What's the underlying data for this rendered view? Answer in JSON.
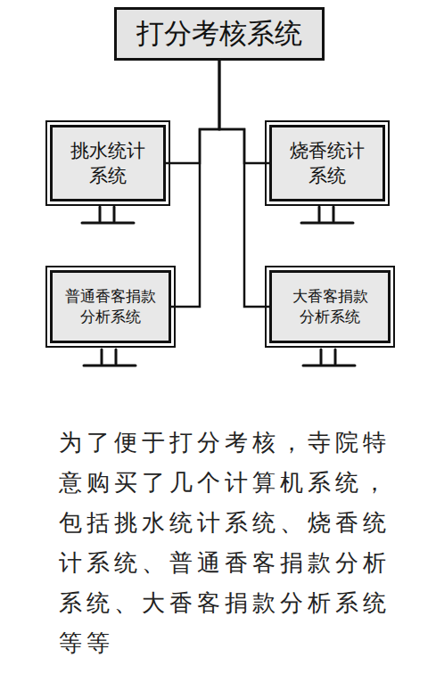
{
  "diagram": {
    "caption": "为了便于打分考核，寺院特意购买了几个计算机系统，包括挑水统计系统、烧香统计系统、普通香客捐款分析系统、大香客捐款分析系统等等",
    "nodes": [
      {
        "text": [
          "打分考核系统"
        ]
      },
      {
        "text": [
          "挑水统计系统"
        ]
      },
      {
        "text": [
          "烧香统计系统"
        ]
      },
      {
        "text": [
          "普通香客捐款分析系统"
        ]
      },
      {
        "text": [
          "大香客捐款分析系统"
        ]
      }
    ],
    "edges": [
      {
        "from": 0,
        "to": 1,
        "arrow": "none"
      },
      {
        "from": 0,
        "to": 2,
        "arrow": "none"
      },
      {
        "from": 0,
        "to": 3,
        "arrow": "none"
      },
      {
        "from": 0,
        "to": 4,
        "arrow": "none"
      }
    ]
  }
}
